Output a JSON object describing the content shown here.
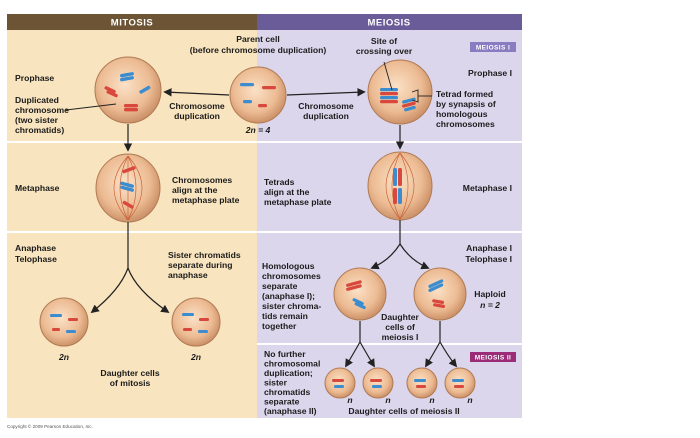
{
  "headers": {
    "mitosis": "MITOSIS",
    "meiosis": "MEIOSIS"
  },
  "parent_cell": {
    "line1": "Parent cell",
    "line2": "(before chromosome duplication)",
    "ploidy": "2n = 4"
  },
  "mitosis": {
    "prophase": "Prophase",
    "duplicated_chromosome": [
      "Duplicated",
      "chromosome",
      "(two sister",
      "chromatids)"
    ],
    "chromosome_duplication": [
      "Chromosome",
      "duplication"
    ],
    "metaphase": "Metaphase",
    "metaphase_note": [
      "Chromosomes",
      "align at the",
      "metaphase plate"
    ],
    "anaphase_telophase": [
      "Anaphase",
      "Telophase"
    ],
    "anaphase_note": [
      "Sister chromatids",
      "separate during",
      "anaphase"
    ],
    "daughter_ploidy_left": "2n",
    "daughter_ploidy_right": "2n",
    "daughter_cells": [
      "Daughter cells",
      "of mitosis"
    ]
  },
  "meiosis": {
    "meiosis_i_tag": "MEIOSIS I",
    "site_crossing_over": [
      "Site of",
      "crossing over"
    ],
    "prophase_i": "Prophase I",
    "chromosome_duplication": [
      "Chromosome",
      "duplication"
    ],
    "tetrad_formed": [
      "Tetrad formed",
      "by synapsis of",
      "homologous",
      "chromosomes"
    ],
    "tetrads_align": [
      "Tetrads",
      "align at the",
      "metaphase plate"
    ],
    "metaphase_i": "Metaphase I",
    "anaphase_telophase_i": [
      "Anaphase I",
      "Telophase I"
    ],
    "homologous_note": [
      "Homologous",
      "chromosomes",
      "separate",
      "(anaphase I);",
      "sister chroma-",
      "tids remain",
      "together"
    ],
    "daughter_cells_i": [
      "Daughter",
      "cells of",
      "meiosis I"
    ],
    "haploid": [
      "Haploid",
      "n = 2"
    ],
    "meiosis_ii_tag": "MEIOSIS II",
    "no_further": [
      "No further",
      "chromosomal",
      "duplication;",
      "sister",
      "chromatids",
      "separate",
      "(anaphase II)"
    ],
    "n_labels": [
      "n",
      "n",
      "n",
      "n"
    ],
    "daughter_cells_ii": "Daughter cells of meiosis II"
  },
  "copyright": "Copyright © 2009 Pearson Education, Inc.",
  "colors": {
    "mitosis_panel": "#f8e4be",
    "meiosis_panel": "#dcd6ec",
    "mitosis_header": "#6c5434",
    "meiosis_header": "#6a5c98",
    "meiosis_i_tag": "#8a7cc0",
    "meiosis_ii_tag": "#9a2c78",
    "chrom_red": "#d8483c",
    "chrom_blue": "#3c8cd0"
  }
}
